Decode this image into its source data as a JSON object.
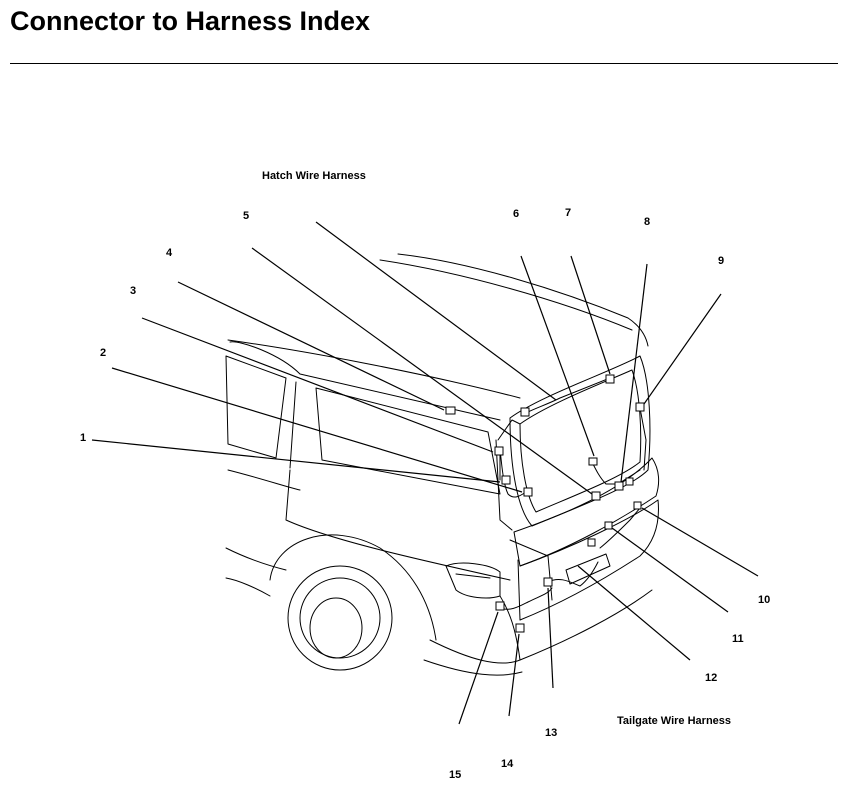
{
  "page": {
    "title": "Connector to Harness Index"
  },
  "diagram": {
    "hatch_harness_label": "Hatch Wire Harness",
    "tailgate_harness_label": "Tailgate Wire Harness",
    "callouts": [
      "1",
      "2",
      "3",
      "4",
      "5",
      "6",
      "7",
      "8",
      "9",
      "10",
      "11",
      "12",
      "13",
      "14",
      "15"
    ]
  }
}
